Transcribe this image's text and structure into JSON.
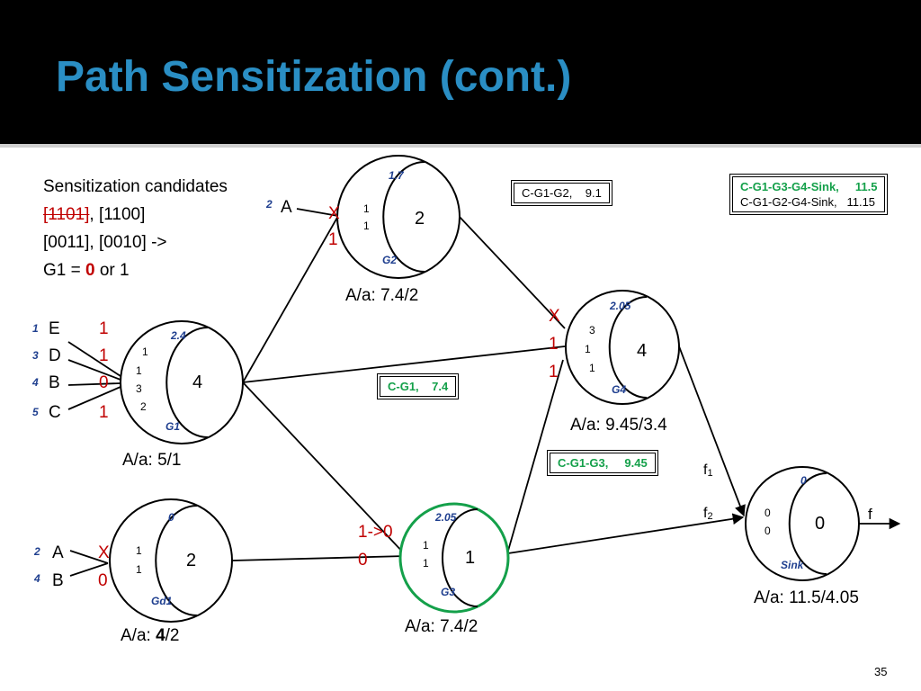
{
  "slide": {
    "title": "Path Sensitization (cont.)",
    "page_number": "35"
  },
  "candidates": {
    "line1": "Sensitization candidates",
    "struck": "[1101]",
    "line2_rest": ", [1100]",
    "line3": "[0011], [0010] ->",
    "line4_pre": "G1 = ",
    "line4_val": "0",
    "line4_post": " or 1"
  },
  "boxes": {
    "g1g2": "C-G1-G2,    9.1",
    "g1": "C-G1,    7.4",
    "g1g3": "C-G1-G3,     9.45",
    "sink_top": "C-G1-G3-G4-Sink,     11.5",
    "sink_bottom": "C-G1-G2-G4-Sink,   11.15"
  },
  "colors": {
    "title": "#2a8ec4",
    "red": "#c00000",
    "blue_label": "#1f3f8f",
    "green": "#14a04a"
  },
  "nodes": {
    "g1": {
      "name": "G1",
      "top_value": "2.4",
      "delay": "4",
      "inputs": [
        "1",
        "1",
        "3",
        "2"
      ],
      "caption": "A/a: 5/1"
    },
    "g2": {
      "name": "G2",
      "top_value": "1.7",
      "delay": "2",
      "inputs": [
        "1",
        "1"
      ],
      "caption": "A/a: 7.4/2"
    },
    "g3": {
      "name": "G3",
      "top_value": "2.05",
      "delay": "1",
      "inputs": [
        "1",
        "1"
      ],
      "caption": "A/a: 7.4/2"
    },
    "g4": {
      "name": "G4",
      "top_value": "2.05",
      "delay": "4",
      "inputs": [
        "3",
        "1",
        "1"
      ],
      "caption": "A/a: 9.45/3.4"
    },
    "gd1": {
      "name": "Gd1",
      "top_value": "0",
      "delay": "2",
      "inputs": [
        "1",
        "1"
      ],
      "caption_pre": "A/a: ",
      "caption_bold": "4",
      "caption_post": "/2"
    },
    "sink": {
      "name": "Sink",
      "top_value": "0",
      "delay": "0",
      "inputs": [
        "0",
        "0"
      ],
      "caption": "A/a: 11.5/4.05"
    }
  },
  "inputs_left": [
    {
      "index": "1",
      "name": "E",
      "value": "1"
    },
    {
      "index": "3",
      "name": "D",
      "value": "1"
    },
    {
      "index": "4",
      "name": "B",
      "value": "0"
    },
    {
      "index": "5",
      "name": "C",
      "value": "1"
    }
  ],
  "inputs_gd1": [
    {
      "index": "2",
      "name": "A",
      "value": "X"
    },
    {
      "index": "4",
      "name": "B",
      "value": "0"
    }
  ],
  "input_g2": {
    "index": "2",
    "name": "A"
  },
  "edge_labels": {
    "g2_in_x": "X",
    "g2_in_1": "1",
    "g4_x": "X",
    "g4_1a": "1",
    "g4_1b": "1",
    "g3_in_top": "1->0",
    "g3_in_bottom": "0",
    "f1": "f",
    "f1_sub": "1",
    "f2": "f",
    "f2_sub": "2",
    "f_out": "f"
  }
}
